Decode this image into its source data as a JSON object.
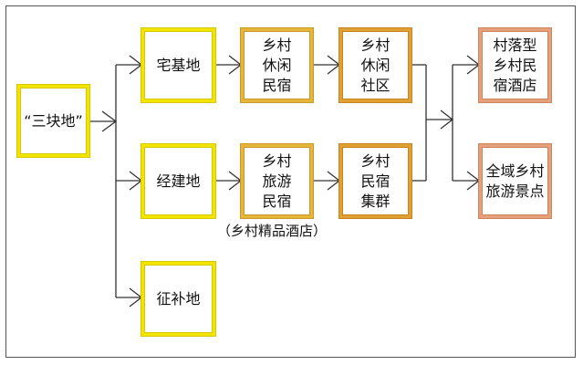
{
  "nodes": {
    "source": "“三块地”",
    "homestead": "宅基地",
    "construction": "经建地",
    "expropriation": "征补地",
    "rural_leisure_homestay": "乡村\n休闲\n民宿",
    "rural_leisure_community": "乡村\n休闲\n社区",
    "rural_tourism_homestay": "乡村\n旅游\n民宿",
    "rural_homestay_cluster": "乡村\n民宿\n集群",
    "village_hotel": "村落型\n乡村民\n宿酒店",
    "all_area_tourism": "全域乡村\n旅游景点"
  },
  "annotations": {
    "boutique_hotel_note": "（乡村精品酒店）"
  },
  "colors": {
    "yellow_border": "#f3e400",
    "gold_border": "#e6b53a",
    "amber_border": "#e0a032",
    "salmon_border": "#e7a07a",
    "line": "#333333"
  }
}
